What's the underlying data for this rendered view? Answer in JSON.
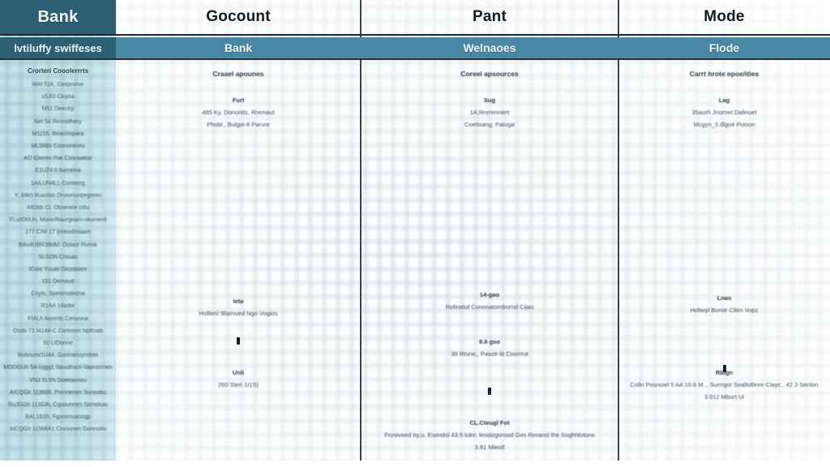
{
  "brand": {
    "title": "Bank",
    "subtitle": "lvtiluffy swiffeses"
  },
  "sidebar": {
    "list_title": "Crorteri Cooolerrrts",
    "items": [
      "MAt-51K. Cexprorue",
      "u5JI3 Ciuysa",
      "M51 Deeclrp",
      "Net 54 Resnothery",
      "M1155, Beaclrispara",
      "ML56Bs Cosnonereu",
      "AO IDieres Puk Cooraalbsr",
      "E1UZ4 Il Ilueretna",
      "1AILUN4LL Cunteerg",
      "Y. 34kh Ruiorlali Oruronunbegreen",
      "AfGldti Cl. Obserere cittu",
      "FLstlObUn, Mone/Raurgearn-oliurnerd",
      "177 C/W 17 Ijmeodmlaam",
      "BAu4UBR3BdM. Oolaor Runsk",
      "SLSON Crouas",
      "ICotir Yuuali Oxontilare",
      "151 Démoud",
      "Criylo, Speorrodeona",
      "R1AA 14ador",
      "FIALh Aeirints Cenuona",
      "Oodo 71 I4144-C Corinoon Nptruab",
      "51 LIDonne",
      "Rubnum/1U44, Gunrneroyroblei",
      "MODGUh 5A-lujgg1 Sauutrucn-Vaprocrnen",
      "VN3 I0.5N Doeeaonou",
      "AICQGh 113688, Prennenler Sunoobu",
      "RuJGGh 113Glh, Cquounnen Sornoluiu",
      "BAL16Sh. Fgunonuanogp",
      "AICQGh 11568A1 Cruounen Gonnolilu"
    ]
  },
  "columns": [
    {
      "header": "Gocount",
      "band": "Bank",
      "section_title": "Craael apounes",
      "groups": [
        {
          "lines": [
            "Furt",
            "485 Ky, Dononits, Rremaut",
            "Phobl., Bulgoi-8 Parure"
          ],
          "bold_index": 0
        },
        {
          "lines": [
            "Ieta",
            "Hollieri/ Blamued Ngo Vogios"
          ],
          "bold_index": 0
        },
        {
          "lines": [
            "Unli",
            "260 Steri 1I1S)"
          ],
          "bold_index": 0
        }
      ],
      "bullet": "bullet-marker"
    },
    {
      "header": "Pant",
      "band": "Welnaoes",
      "section_title": "Coreel apsources",
      "groups": [
        {
          "lines": [
            "Sug",
            "1A;Rnrrenniert",
            "Coetixang, Patoga"
          ],
          "bold_index": 0
        },
        {
          "lines": [
            "14-gao",
            "Rofeatiol Cononatombornd Cijau"
          ],
          "bold_index": 0
        },
        {
          "lines": [
            "8.6 gso",
            "38 Rtuno,, Pasolr-lit Coorrrut"
          ],
          "bold_index": 0
        },
        {
          "lines": [
            "CL.Cteugl Fot",
            "Frosiveed by;u, Esendsi 43.5 lulnr, lesslogorood Ges Reransl the Soghhlotons",
            "3.81 Mleotl"
          ],
          "bold_index": 0
        }
      ],
      "bullet": "bullet-marker"
    },
    {
      "header": "Mode",
      "band": "Flode",
      "section_title": "Carrt hrote epoe/ities",
      "groups": [
        {
          "lines": [
            "Lag",
            "35aurh Jnornet Dalinuet",
            "Mcgyn_3.dlgo4 Poison"
          ],
          "bold_index": 0
        },
        {
          "lines": [
            "Lnas",
            "Holiwyl Buroe Cliirn Vopz"
          ],
          "bold_index": 0
        },
        {
          "lines": [
            "Rbign",
            "Colln Posnoiel 5 A4 10.6 M.., Surrrgot Sealtotlinre Clayc.. 42 3 Senlon",
            "3.012 Mburt Ui"
          ],
          "bold_index": 0
        }
      ],
      "bullet": "bullet-marker"
    }
  ],
  "colors": {
    "brand_dark": "#2c5f73",
    "band_blue": "#4a87a4",
    "sidebar_blue": "#c3e2e9",
    "divider": "#3b4348",
    "paper": "#fdfefe"
  }
}
